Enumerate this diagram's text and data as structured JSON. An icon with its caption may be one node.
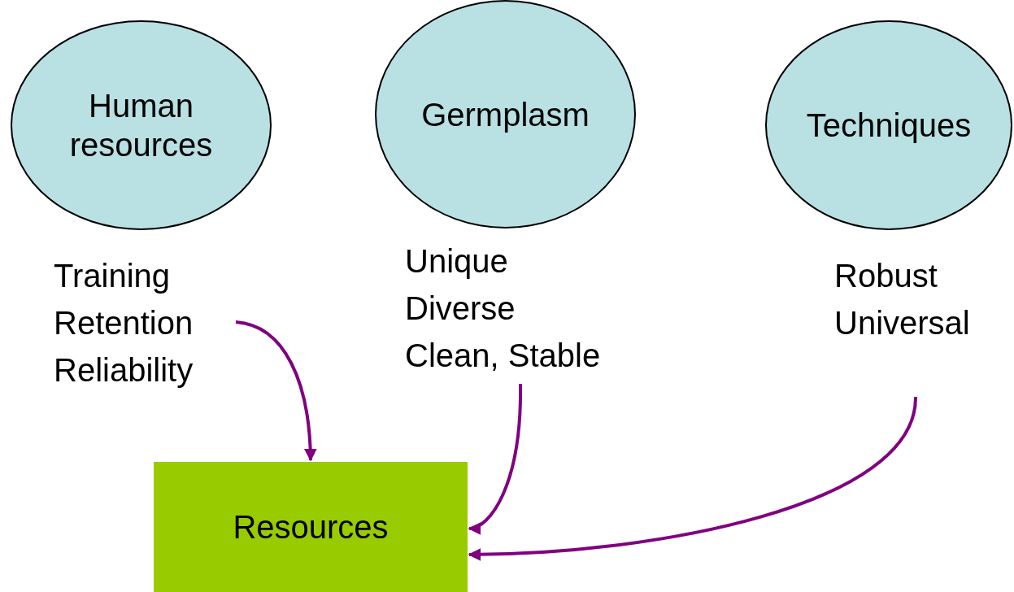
{
  "diagram": {
    "nodes": [
      {
        "text": [
          "Human resources"
        ]
      },
      {
        "text": [
          "Germplasm"
        ]
      },
      {
        "text": [
          "Techniques"
        ]
      },
      {
        "text": [
          "Training",
          "Retention",
          "Reliability"
        ]
      },
      {
        "text": [
          "Unique",
          "Diverse",
          "Clean, Stable"
        ]
      },
      {
        "text": [
          "Robust",
          "Universal"
        ]
      },
      {
        "text": [
          "Resources"
        ]
      }
    ],
    "edges": [
      {
        "from": 3,
        "to": 6,
        "arrow": "to",
        "color": "#800080"
      },
      {
        "from": 4,
        "to": 6,
        "arrow": "to",
        "color": "#800080"
      },
      {
        "from": 5,
        "to": 6,
        "arrow": "to",
        "color": "#800080"
      }
    ]
  }
}
